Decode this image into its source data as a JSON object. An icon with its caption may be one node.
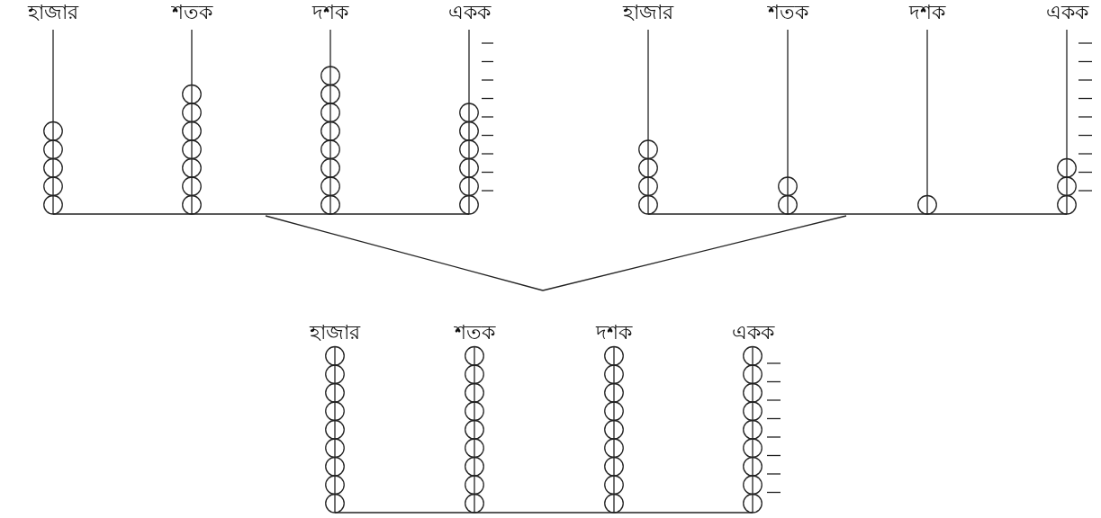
{
  "diagram": {
    "nodes": [
      {
        "text": [
          "হাজার",
          "শতক",
          "দশক",
          "একক"
        ]
      },
      {
        "text": [
          "হাজার",
          "শতক",
          "দশক",
          "একক"
        ]
      },
      {
        "text": [
          "হাজার",
          "শতক",
          "দশক",
          "একক"
        ]
      }
    ],
    "edges": [
      {
        "from": 0,
        "to": 2,
        "arrow": "none"
      },
      {
        "from": 1,
        "to": 2,
        "arrow": "none"
      }
    ]
  }
}
